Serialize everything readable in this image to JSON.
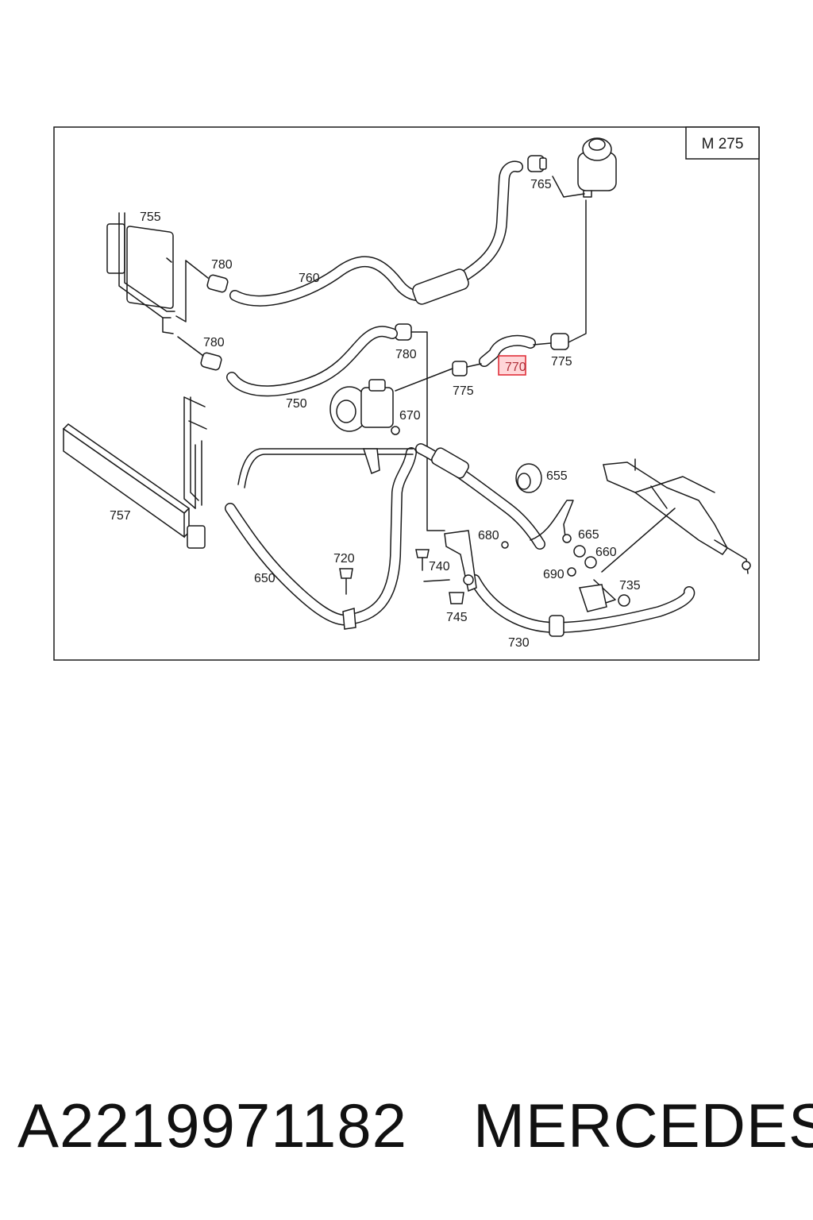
{
  "diagram": {
    "model_box": "M 275",
    "highlighted_part": "770",
    "labels": {
      "p755": "755",
      "p780a": "780",
      "p760": "760",
      "p765": "765",
      "p780b": "780",
      "p780c": "780",
      "p750": "750",
      "p775a": "775",
      "p770": "770",
      "p775b": "775",
      "p670": "670",
      "p757": "757",
      "p655": "655",
      "p680": "680",
      "p665": "665",
      "p660": "660",
      "p720": "720",
      "p740": "740",
      "p690": "690",
      "p735": "735",
      "p650": "650",
      "p745": "745",
      "p730": "730"
    },
    "highlight_color": "#e0303a"
  },
  "caption": {
    "part_number": "A2219971182",
    "brand": "MERCEDES"
  }
}
